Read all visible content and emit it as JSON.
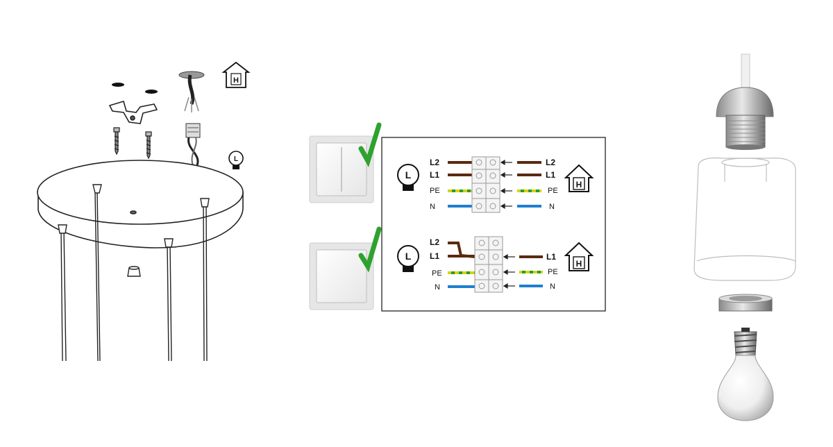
{
  "colors": {
    "line_brown": "#5a2a10",
    "line_blue": "#1f7fd0",
    "line_yellow": "#d8d400",
    "line_green": "#2a9a3a",
    "check_green": "#2ea22e",
    "outline": "#222222"
  },
  "icons": {
    "house": "house-icon",
    "bulb_symbol": "lamp-symbol-icon",
    "check": "checkmark-icon",
    "switch_double": "double-rocker-switch",
    "switch_single": "single-rocker-switch"
  },
  "house_letter": "H",
  "lamp_letter": "L",
  "wiring": {
    "double": {
      "left_labels": [
        "L2",
        "L1",
        "PE",
        "N"
      ],
      "right_labels": [
        "L2",
        "L1",
        "PE",
        "N"
      ]
    },
    "single": {
      "left_labels": [
        "L2",
        "L1",
        "PE",
        "N"
      ],
      "right_labels": [
        "L1",
        "PE",
        "N"
      ]
    }
  }
}
